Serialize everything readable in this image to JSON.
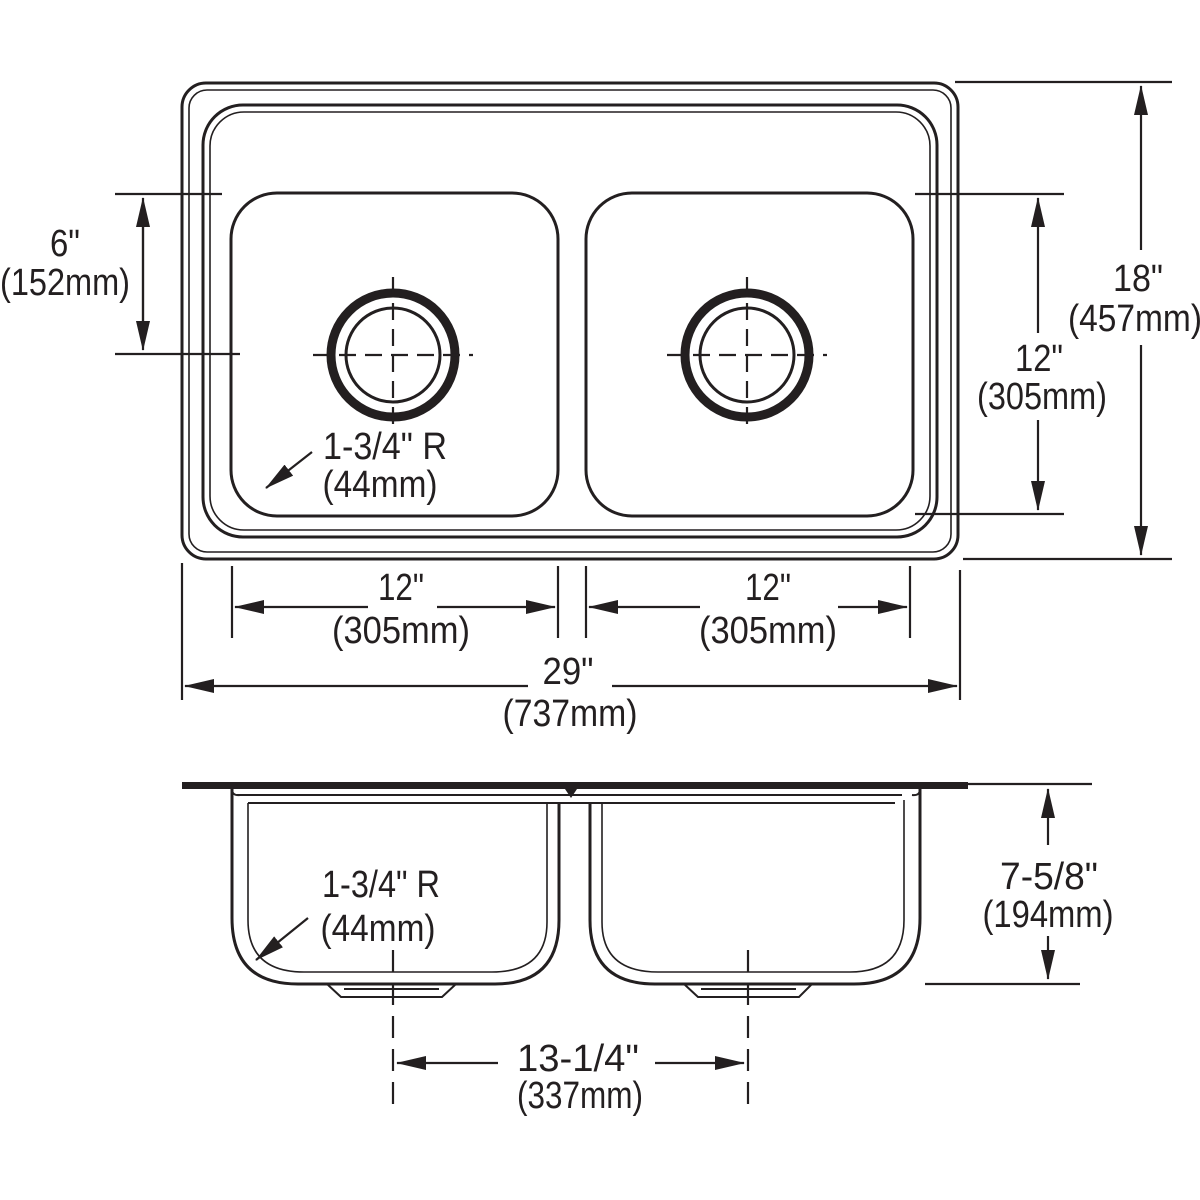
{
  "colors": {
    "ink": "#231f20",
    "background": "#ffffff"
  },
  "top_view": {
    "dim_drain_offset": {
      "inches": "6\"",
      "metric": "(152mm)"
    },
    "dim_overall_depth": {
      "inches": "18\"",
      "metric": "(457mm)"
    },
    "dim_bowl_depth": {
      "inches": "12\"",
      "metric": "(305mm)"
    },
    "dim_left_bowl_width": {
      "inches": "12\"",
      "metric": "(305mm)"
    },
    "dim_right_bowl_width": {
      "inches": "12\"",
      "metric": "(305mm)"
    },
    "dim_overall_width": {
      "inches": "29\"",
      "metric": "(737mm)"
    },
    "corner_radius": {
      "label": "1-3/4\" R",
      "metric": "(44mm)"
    }
  },
  "side_view": {
    "dim_bowl_height": {
      "inches": "7-5/8\"",
      "metric": "(194mm)"
    },
    "dim_drain_centers": {
      "inches": "13-1/4\"",
      "metric": "(337mm)"
    },
    "corner_radius": {
      "label": "1-3/4\" R",
      "metric": "(44mm)"
    }
  }
}
